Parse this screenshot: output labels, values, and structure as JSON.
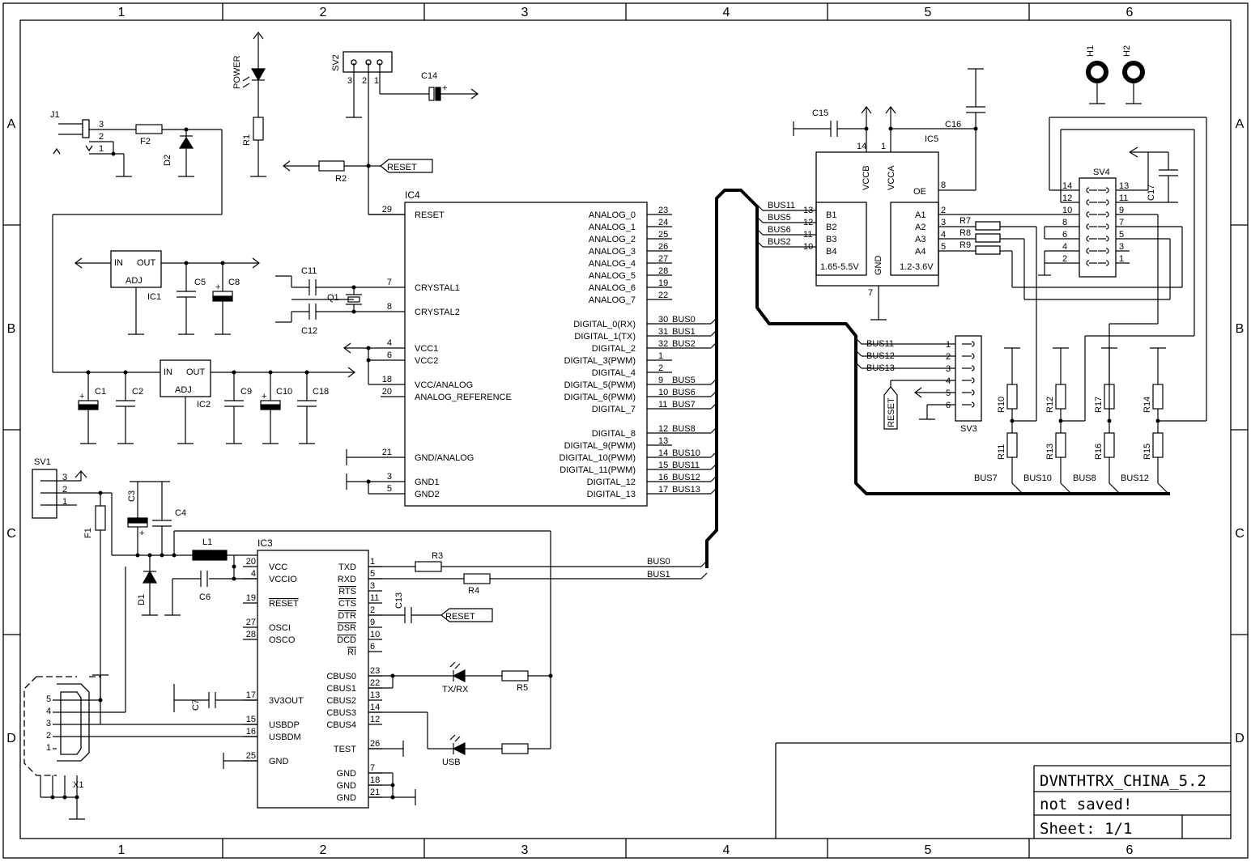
{
  "frame": {
    "columns": [
      "1",
      "2",
      "3",
      "4",
      "5",
      "6"
    ],
    "rows": [
      "A",
      "B",
      "C",
      "D"
    ]
  },
  "title_block": {
    "name": "DVNTHTRX_CHINA_5.2",
    "status": "not saved!",
    "sheet": "Sheet: 1/1"
  },
  "ic4": {
    "ref": "IC4",
    "left_pins": [
      {
        "num": "29",
        "name": "RESET"
      },
      {
        "num": "7",
        "name": "CRYSTAL1"
      },
      {
        "num": "8",
        "name": "CRYSTAL2"
      },
      {
        "num": "4",
        "name": "VCC1"
      },
      {
        "num": "6",
        "name": "VCC2"
      },
      {
        "num": "18",
        "name": "VCC/ANALOG"
      },
      {
        "num": "20",
        "name": "ANALOG_REFERENCE"
      },
      {
        "num": "21",
        "name": "GND/ANALOG"
      },
      {
        "num": "3",
        "name": "GND1"
      },
      {
        "num": "5",
        "name": "GND2"
      }
    ],
    "right_pins": [
      {
        "num": "23",
        "name": "ANALOG_0",
        "net": ""
      },
      {
        "num": "24",
        "name": "ANALOG_1",
        "net": ""
      },
      {
        "num": "25",
        "name": "ANALOG_2",
        "net": ""
      },
      {
        "num": "26",
        "name": "ANALOG_3",
        "net": ""
      },
      {
        "num": "27",
        "name": "ANALOG_4",
        "net": ""
      },
      {
        "num": "28",
        "name": "ANALOG_5",
        "net": ""
      },
      {
        "num": "19",
        "name": "ANALOG_6",
        "net": ""
      },
      {
        "num": "22",
        "name": "ANALOG_7",
        "net": ""
      },
      {
        "num": "30",
        "name": "DIGITAL_0(RX)",
        "net": "BUS0"
      },
      {
        "num": "31",
        "name": "DIGITAL_1(TX)",
        "net": "BUS1"
      },
      {
        "num": "32",
        "name": "DIGITAL_2",
        "net": "BUS2"
      },
      {
        "num": "1",
        "name": "DIGITAL_3(PWM)",
        "net": ""
      },
      {
        "num": "2",
        "name": "DIGITAL_4",
        "net": ""
      },
      {
        "num": "9",
        "name": "DIGITAL_5(PWM)",
        "net": "BUS5"
      },
      {
        "num": "10",
        "name": "DIGITAL_6(PWM)",
        "net": "BUS6"
      },
      {
        "num": "11",
        "name": "DIGITAL_7",
        "net": "BUS7"
      },
      {
        "num": "12",
        "name": "DIGITAL_8",
        "net": "BUS8"
      },
      {
        "num": "13",
        "name": "DIGITAL_9(PWM)",
        "net": ""
      },
      {
        "num": "14",
        "name": "DIGITAL_10(PWM)",
        "net": "BUS10"
      },
      {
        "num": "15",
        "name": "DIGITAL_11(PWM)",
        "net": "BUS11"
      },
      {
        "num": "16",
        "name": "DIGITAL_12",
        "net": "BUS12"
      },
      {
        "num": "17",
        "name": "DIGITAL_13",
        "net": "BUS13"
      }
    ]
  },
  "ic3": {
    "ref": "IC3",
    "left_pins": [
      {
        "num": "20",
        "name": "VCC"
      },
      {
        "num": "4",
        "name": "VCCIO"
      },
      {
        "num": "19",
        "name": "RESET"
      },
      {
        "num": "27",
        "name": "OSCI"
      },
      {
        "num": "28",
        "name": "OSCO"
      },
      {
        "num": "17",
        "name": "3V3OUT"
      },
      {
        "num": "15",
        "name": "USBDP"
      },
      {
        "num": "16",
        "name": "USBDM"
      },
      {
        "num": "25",
        "name": "GND"
      }
    ],
    "right_pins": [
      {
        "num": "1",
        "name": "TXD"
      },
      {
        "num": "5",
        "name": "RXD"
      },
      {
        "num": "3",
        "name": "RTS"
      },
      {
        "num": "11",
        "name": "CTS"
      },
      {
        "num": "2",
        "name": "DTR"
      },
      {
        "num": "9",
        "name": "DSR"
      },
      {
        "num": "10",
        "name": "DCD"
      },
      {
        "num": "6",
        "name": "RI"
      },
      {
        "num": "23",
        "name": "CBUS0"
      },
      {
        "num": "22",
        "name": "CBUS1"
      },
      {
        "num": "13",
        "name": "CBUS2"
      },
      {
        "num": "14",
        "name": "CBUS3"
      },
      {
        "num": "12",
        "name": "CBUS4"
      },
      {
        "num": "26",
        "name": "TEST"
      },
      {
        "num": "7",
        "name": "GND"
      },
      {
        "num": "18",
        "name": "GND"
      },
      {
        "num": "21",
        "name": "GND"
      }
    ]
  },
  "ic5": {
    "ref": "IC5",
    "vccb": "VCCB",
    "vcca": "VCCA",
    "oe": "OE",
    "gnd": "GND",
    "pin_vccb": "14",
    "pin_vcca": "1",
    "pin_oe": "8",
    "pin_gnd": "7",
    "b_pins": [
      {
        "num": "13",
        "name": "B1",
        "net": "BUS11"
      },
      {
        "num": "12",
        "name": "B2",
        "net": "BUS5"
      },
      {
        "num": "11",
        "name": "B3",
        "net": "BUS6"
      },
      {
        "num": "10",
        "name": "B4",
        "net": "BUS2"
      }
    ],
    "a_pins": [
      {
        "num": "2",
        "name": "A1"
      },
      {
        "num": "3",
        "name": "A2"
      },
      {
        "num": "4",
        "name": "A3"
      },
      {
        "num": "5",
        "name": "A4"
      }
    ],
    "b_range": "1.65-5.5V",
    "a_range": "1.2-3.6V"
  },
  "sv4": {
    "ref": "SV4",
    "left_nums": [
      "14",
      "12",
      "10",
      "8",
      "6",
      "4",
      "2"
    ],
    "right_nums": [
      "13",
      "11",
      "9",
      "7",
      "5",
      "3",
      "1"
    ]
  },
  "sv3": {
    "ref": "SV3",
    "nets": [
      "BUS11",
      "BUS12",
      "BUS13"
    ],
    "nums": [
      "1",
      "2",
      "3",
      "4",
      "5",
      "6"
    ],
    "reset": "RESET"
  },
  "sv1": {
    "ref": "SV1",
    "nums": [
      "3",
      "2",
      "1"
    ]
  },
  "sv2": {
    "ref": "SV2",
    "nums": [
      "3",
      "2",
      "1"
    ]
  },
  "regulators": {
    "in": "IN",
    "out": "OUT",
    "adj": "ADJ",
    "ic1": "IC1",
    "ic2": "IC2"
  },
  "labels": {
    "j1": "J1",
    "f2": "F2",
    "d2": "D2",
    "power": "POWER",
    "r1": "R1",
    "r2": "R2",
    "reset": "RESET",
    "c14": "C14",
    "c11": "C11",
    "c12": "C12",
    "q1": "Q1",
    "c5": "C5",
    "c8": "C8",
    "c1": "C1",
    "c2": "C2",
    "c9": "C9",
    "c10": "C10",
    "c18": "C18",
    "c3": "C3",
    "c4": "C4",
    "f1": "F1",
    "l1": "L1",
    "d1": "D1",
    "c6": "C6",
    "c7": "C7",
    "x1": "X1",
    "r3": "R3",
    "r4": "R4",
    "r5": "R5",
    "c13": "C13",
    "txrx": "TX/RX",
    "usb": "USB",
    "bus0": "BUS0",
    "bus1": "BUS1",
    "c15": "C15",
    "c16": "C16",
    "c17": "C17",
    "h1": "H1",
    "h2": "H2",
    "r7": "R7",
    "r8": "R8",
    "r9": "R9",
    "r10": "R10",
    "r11": "R11",
    "r12": "R12",
    "r13": "R13",
    "r17": "R17",
    "r16": "R16",
    "r14": "R14",
    "r15": "R15",
    "bus7": "BUS7",
    "bus10": "BUS10",
    "bus8": "BUS8",
    "bus12": "BUS12",
    "j1_pins": [
      "3",
      "2",
      "1"
    ],
    "usb_pins": [
      "5",
      "4",
      "3",
      "2",
      "1"
    ],
    "plus": "+"
  }
}
